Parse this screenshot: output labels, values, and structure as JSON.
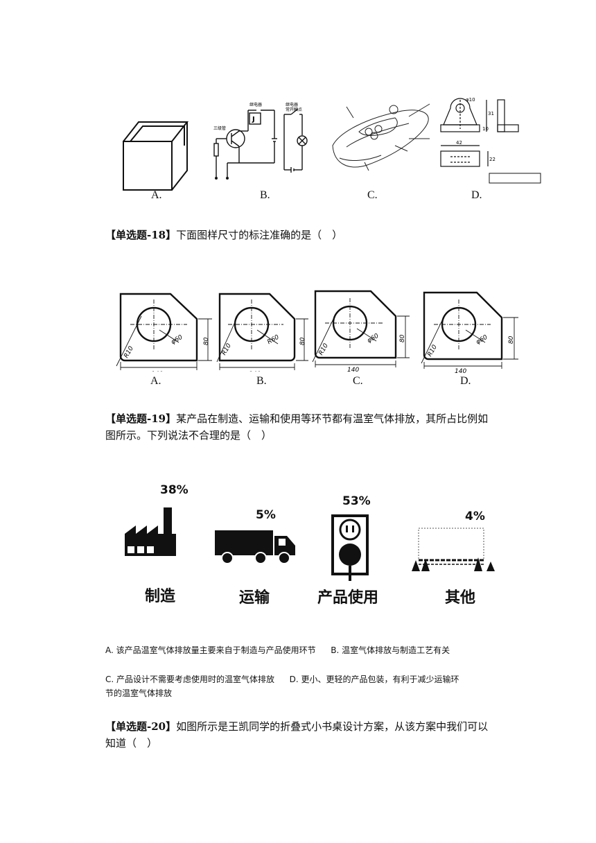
{
  "q17": {
    "letters": [
      "A.",
      "B.",
      "C.",
      "D."
    ],
    "circuit_labels": {
      "transistor": "三级管",
      "relay": "继电器",
      "contact": "继电器常开触点",
      "relay_letter": "J"
    },
    "drawing_dims": {
      "d1": "φ10",
      "d2": "42",
      "d3": "22",
      "d4": "10",
      "d5": "31"
    }
  },
  "q18": {
    "prefix": "【单选题-18】",
    "text": "下面图样尺寸的标注准确的是（　）",
    "letters": [
      "A.",
      "B.",
      "C.",
      "D."
    ],
    "dims": {
      "width": "140",
      "height": "80",
      "radius": "R10",
      "circle_a": "φ60",
      "circle_b": "R60"
    }
  },
  "q19": {
    "prefix": "【单选题-19】",
    "text_line1": "某产品在制造、运输和使用等环节都有温室气体排放，其所占比例如",
    "text_line2": "图所示。下列说法不合理的是（　）",
    "items": [
      {
        "label": "制造",
        "percent": "38%"
      },
      {
        "label": "运输",
        "percent": "5%"
      },
      {
        "label": "产品使用",
        "percent": "53%"
      },
      {
        "label": "其他",
        "percent": "4%"
      }
    ],
    "options": {
      "A": "A. 该产品温室气体排放量主要来自于制造与产品使用环节",
      "B": "B. 温室气体排放与制造工艺有关",
      "C": "C. 产品设计不需要考虑使用时的温室气体排放",
      "D_line1": "D. 更小、更轻的产品包装，有利于减少运输环",
      "D_line2": "节的温室气体排放"
    }
  },
  "q20": {
    "prefix": "【单选题-20】",
    "text_line1": "如图所示是王凯同学的折叠式小书桌设计方案，从该方案中我们可以",
    "text_line2": "知道（　）"
  }
}
